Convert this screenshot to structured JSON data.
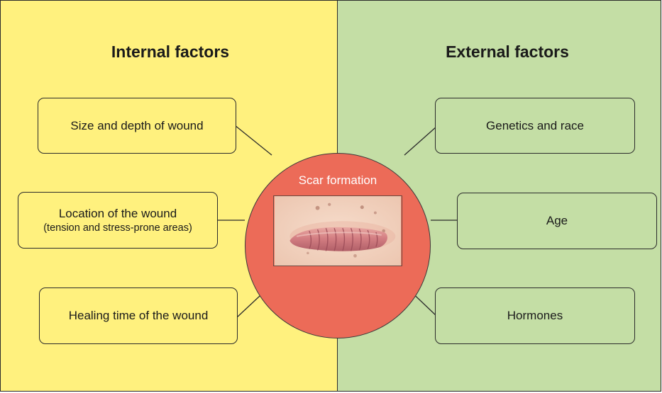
{
  "colors": {
    "internal_bg": "#fff17e",
    "external_bg": "#c4dea5",
    "circle_fill": "#ec6b58",
    "box_border": "#2b2b2b"
  },
  "internal": {
    "title": "Internal factors",
    "factors": [
      {
        "label": "Size and depth of wound"
      },
      {
        "label": "Location of the wound",
        "sublabel": "(tension and stress-prone areas)"
      },
      {
        "label": "Healing time of the wound"
      }
    ]
  },
  "external": {
    "title": "External factors",
    "factors": [
      {
        "label": "Genetics and race"
      },
      {
        "label": "Age"
      },
      {
        "label": "Hormones"
      }
    ]
  },
  "center": {
    "label": "Scar formation",
    "image": "keloid-scar-photo"
  }
}
